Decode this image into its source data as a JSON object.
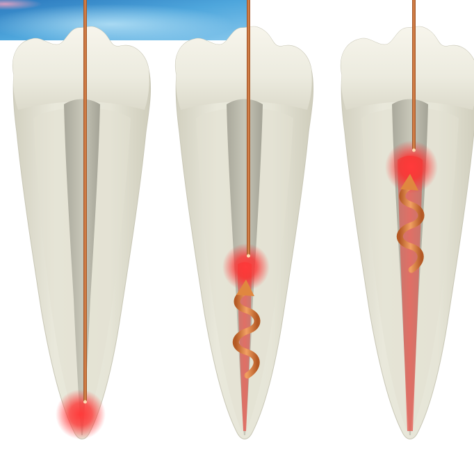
{
  "scene": {
    "background": "#ffffff",
    "banner_colors": [
      "#2f86c9",
      "#5ab0e0",
      "#8ed0f0"
    ],
    "tooth_enamel_color": "#efede2",
    "tooth_root_color": "#e3e1d2",
    "canal_color": "#bdbdb0",
    "fiber_color": "#c8703a",
    "heat_color": "#ff2a2a",
    "spiral_color": "#e0873f"
  },
  "panels": [
    {
      "name": "tooth-left",
      "heat_position": "apex"
    },
    {
      "name": "tooth-middle",
      "heat_position": "mid-root"
    },
    {
      "name": "tooth-right",
      "heat_position": "upper-canal"
    }
  ]
}
